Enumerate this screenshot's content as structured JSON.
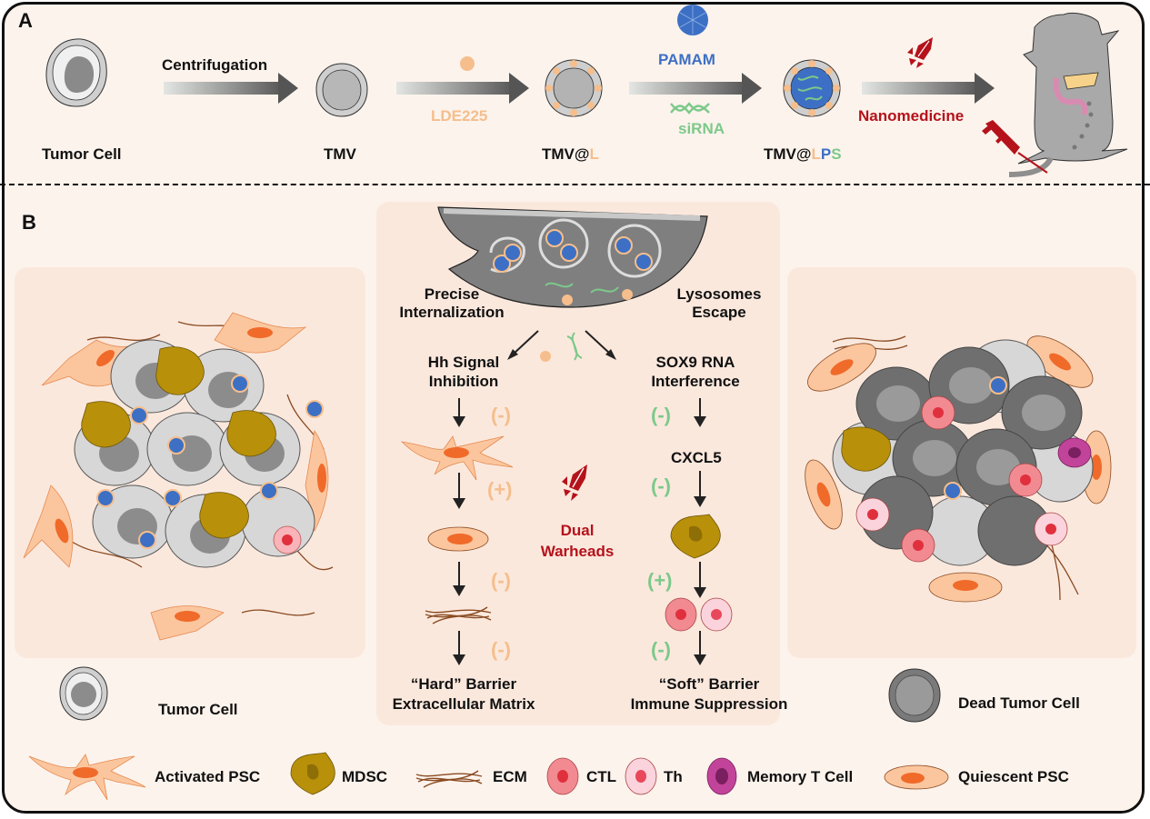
{
  "panel_a": {
    "letter": "A",
    "steps": [
      {
        "label": "Tumor Cell"
      },
      {
        "label": "TMV"
      },
      {
        "label_prefix": "TMV@",
        "label_parts": [
          {
            "text": "L",
            "color": "#f5be8c"
          }
        ]
      },
      {
        "label_prefix": "TMV@",
        "label_parts": [
          {
            "text": "L",
            "color": "#f5be8c"
          },
          {
            "text": "P",
            "color": "#3d70c4"
          },
          {
            "text": "S",
            "color": "#7cc98a"
          }
        ]
      }
    ],
    "arrows": [
      {
        "top_label": "Centrifugation"
      },
      {
        "bottom_label": "LDE225",
        "bottom_color": "#f5be8c"
      },
      {
        "top_label": "PAMAM",
        "top_color": "#3d70c4",
        "bottom_label": "siRNA",
        "bottom_color": "#7cc98a"
      },
      {
        "bottom_label": "Nanomedicine",
        "bottom_color": "#b5121b"
      }
    ],
    "tmv_at_l_prefix": "TMV@",
    "tmv_at_l_suffix": "L",
    "tmv_at_lps_prefix": "TMV@",
    "tmv_at_lps_l": "L",
    "tmv_at_lps_p": "P",
    "tmv_at_lps_s": "S"
  },
  "panel_b": {
    "letter": "B",
    "center": {
      "left_entry": [
        "Precise",
        "Internalization"
      ],
      "right_entry": [
        "Lysosomes",
        "Escape"
      ],
      "left_branch_title": [
        "Hh Signal",
        "Inhibition"
      ],
      "right_branch_title": [
        "SOX9 RNA",
        "Interference"
      ],
      "left_signs": [
        "(-)",
        "(+)",
        "(-)",
        "(-)"
      ],
      "right_signs": [
        "(-)",
        "(-)",
        "(+)",
        "(-)"
      ],
      "cxcl5": "CXCL5",
      "warheads": [
        "Dual",
        "Warheads"
      ],
      "left_outcome": [
        "“Hard” Barrier",
        "Extracellular Matrix"
      ],
      "right_outcome": [
        "“Soft” Barrier",
        "Immune Suppression"
      ]
    },
    "left_caption": "Tumor Cell",
    "right_caption": "Dead Tumor Cell"
  },
  "legend": [
    {
      "label": "Activated PSC",
      "icon": "activated-psc-icon"
    },
    {
      "label": "MDSC",
      "icon": "mdsc-icon"
    },
    {
      "label": "ECM",
      "icon": "ecm-icon"
    },
    {
      "label": "CTL",
      "icon": "ctl-icon"
    },
    {
      "label": "Th",
      "icon": "th-icon"
    },
    {
      "label": "Memory T Cell",
      "icon": "memory-t-cell-icon"
    },
    {
      "label": "Quiescent PSC",
      "icon": "quiescent-psc-icon"
    }
  ],
  "colors": {
    "background": "#fcf3ec",
    "panel_box": "#fbe8dd",
    "lde225": "#f5be8c",
    "pamam": "#3d70c4",
    "sirna": "#7cc98a",
    "nanomedicine": "#b5121b"
  }
}
